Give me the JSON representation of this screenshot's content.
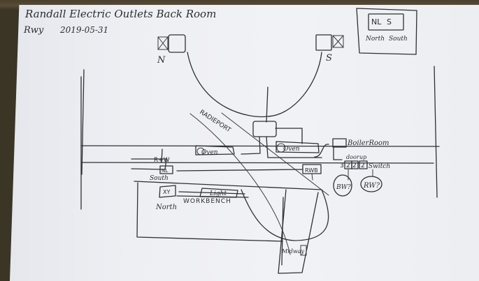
{
  "header": {
    "title": "Randall Electric Outlets Back Room",
    "author_initials": "Rwy",
    "date": "2019-05-31"
  },
  "legend": {
    "symbol_left": "NL",
    "symbol_right": "S",
    "label_left": "North",
    "label_right": "South"
  },
  "outlets": {
    "north_label": "N",
    "south_label": "S"
  },
  "labels": {
    "radiator_pipe": "RADIEPORT",
    "oven_left": "Oven",
    "oven_right": "Oven",
    "boiler_room": "BoilerRoom",
    "rw_box": "R+W",
    "rw_box_sub": "NL",
    "south_under": "South",
    "rwb_box": "RWB",
    "door_label": "door",
    "door_sub": "up",
    "switch_left_num": "2",
    "switch_left_num2": "2",
    "switch_right_num": "2",
    "switch_left_prefix": "3",
    "switch_label": "Switch",
    "circle_bw": "BW?",
    "circle_rw": "RW?",
    "xy_box": "XY",
    "north_under": "North",
    "light_box": "Light",
    "workbench": "WORKBENCH",
    "midway_box": "Midway"
  },
  "colors": {
    "paper": "#eeeff3",
    "ink": "#2f3035",
    "background": "#3a3528"
  }
}
